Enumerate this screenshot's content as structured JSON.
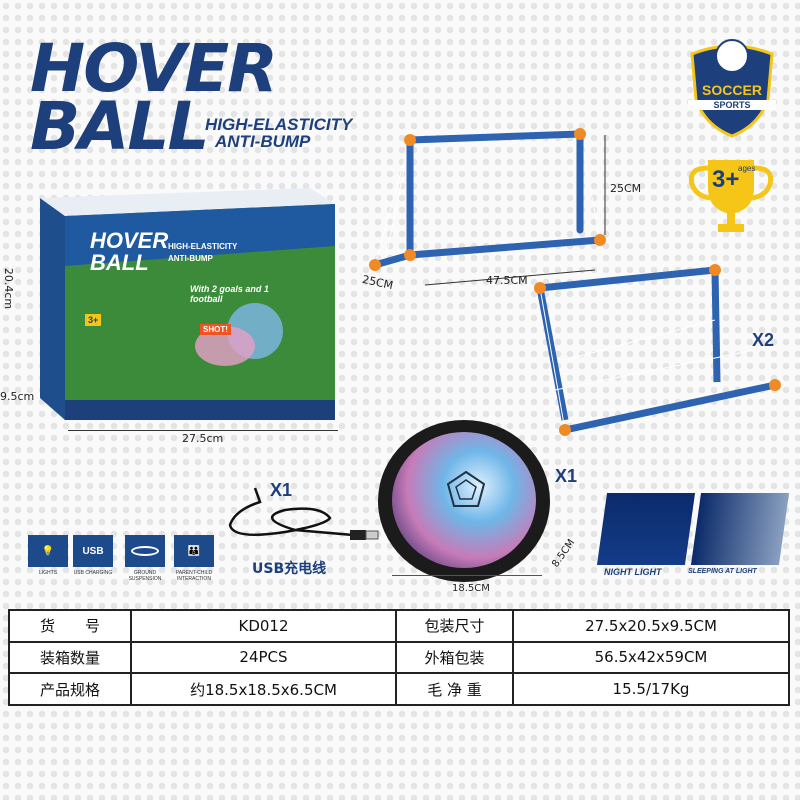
{
  "logo": {
    "line1": "HOVER",
    "line2": "BALL",
    "tagline1": "HIGH-ELASTICITY",
    "tagline2": "ANTI-BUMP"
  },
  "badge": {
    "title": "SOCCER",
    "subtitle": "SPORTS"
  },
  "age": {
    "number": "3+",
    "label": "ages"
  },
  "box": {
    "logo1": "HOVER",
    "logo2": "BALL",
    "tagline1": "HIGH-ELASTICITY",
    "tagline2": "ANTI-BUMP",
    "contents": "With 2 goals and 1 football",
    "shot": "SHOT!",
    "age": "3+",
    "height": "20.4cm",
    "depth": "9.5cm",
    "width": "27.5cm"
  },
  "goal": {
    "height": "25CM",
    "depth": "25CM",
    "width": "47.5CM",
    "quantity": "X2"
  },
  "cable": {
    "quantity": "X1",
    "label": "USB充电线"
  },
  "ball": {
    "quantity": "X1",
    "diameter": "18.5CM",
    "height": "8.5CM"
  },
  "features": [
    {
      "icon": "bulb-icon",
      "label": "LIGHTS"
    },
    {
      "icon": "usb-icon",
      "label": "USB CHARGING"
    },
    {
      "icon": "hover-disc-icon",
      "label": "GROUND SUSPENSION"
    },
    {
      "icon": "parent-child-icon",
      "label": "PARENT-CHILD INTERACTION"
    }
  ],
  "scenes": [
    {
      "label": "NIGHT LIGHT"
    },
    {
      "label": "SLEEPING AT LIGHT"
    }
  ],
  "specs": [
    [
      {
        "k": "货　　号"
      },
      {
        "v": "KD012"
      },
      {
        "k": "包装尺寸"
      },
      {
        "v": "27.5x20.5x9.5CM"
      }
    ],
    [
      {
        "k": "装箱数量"
      },
      {
        "v": "24PCS"
      },
      {
        "k": "外箱包装"
      },
      {
        "v": "56.5x42x59CM"
      }
    ],
    [
      {
        "k": "产品规格"
      },
      {
        "v": "约18.5x18.5x6.5CM"
      },
      {
        "k": "毛 净 重"
      },
      {
        "v": "15.5/17Kg"
      }
    ]
  ],
  "colors": {
    "navy": "#1d3f7c",
    "orange": "#f08a24",
    "yellow": "#f5c518"
  }
}
